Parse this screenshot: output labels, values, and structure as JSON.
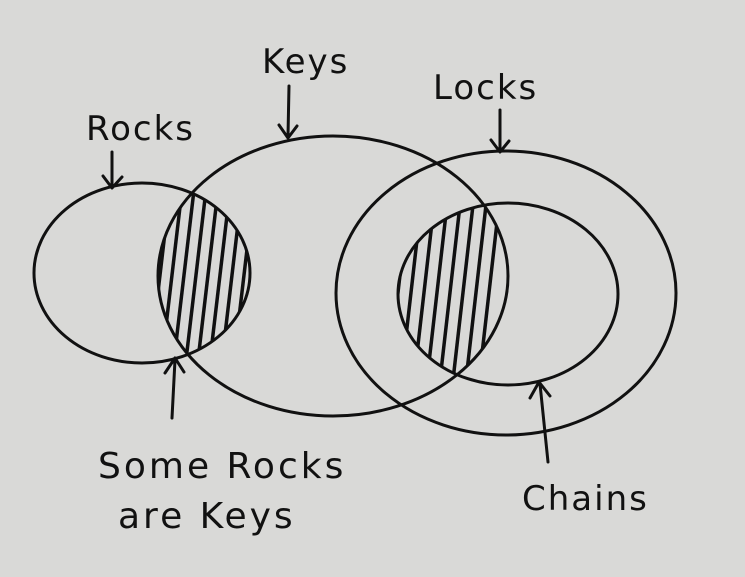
{
  "labels": {
    "rocks": "Rocks",
    "keys": "Keys",
    "locks": "Locks",
    "chains": "Chains",
    "note_line1": "Some Rocks",
    "note_line2": "are Keys"
  },
  "colors": {
    "paper": "#d9d9d7",
    "ink": "#111111"
  }
}
